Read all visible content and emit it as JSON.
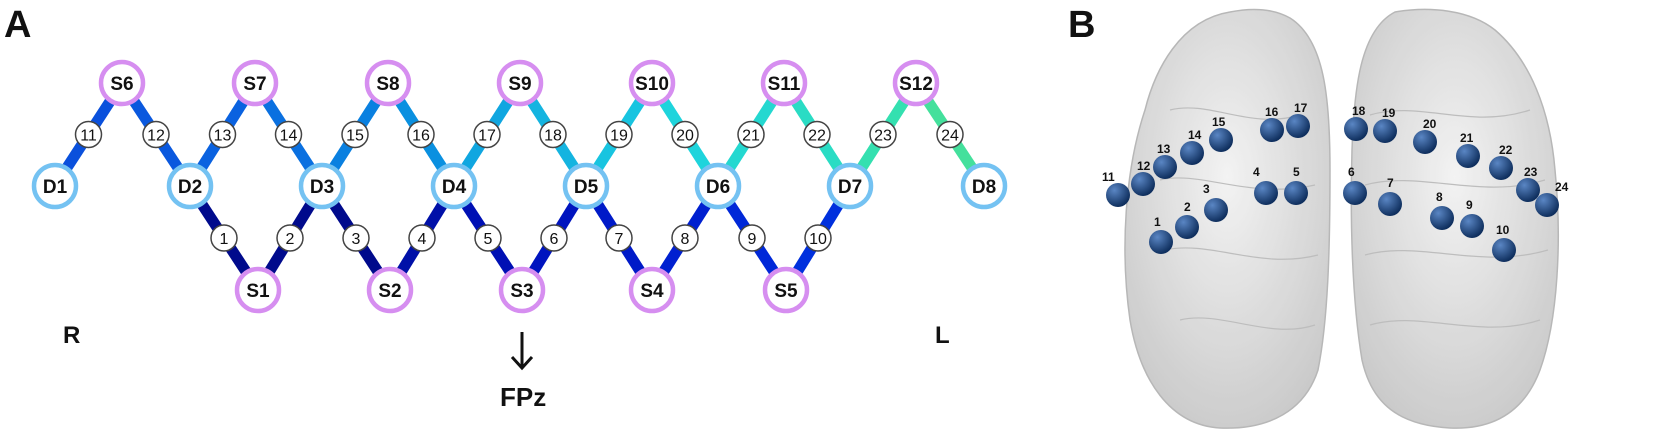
{
  "panels": {
    "a_letter": "A",
    "b_letter": "B"
  },
  "labels": {
    "right": "R",
    "left": "L",
    "reference": "FPz"
  },
  "sources": [
    "S1",
    "S2",
    "S3",
    "S4",
    "S5",
    "S6",
    "S7",
    "S8",
    "S9",
    "S10",
    "S11",
    "S12"
  ],
  "detectors": [
    "D1",
    "D2",
    "D3",
    "D4",
    "D5",
    "D6",
    "D7",
    "D8"
  ],
  "channels": [
    {
      "id": "1",
      "source": "S1",
      "detector": "D2",
      "color": "#000a8c"
    },
    {
      "id": "2",
      "source": "S1",
      "detector": "D3",
      "color": "#000a8c"
    },
    {
      "id": "3",
      "source": "S2",
      "detector": "D3",
      "color": "#000a8c"
    },
    {
      "id": "4",
      "source": "S2",
      "detector": "D4",
      "color": "#0010a8"
    },
    {
      "id": "5",
      "source": "S3",
      "detector": "D4",
      "color": "#0010b4"
    },
    {
      "id": "6",
      "source": "S3",
      "detector": "D5",
      "color": "#0014bf"
    },
    {
      "id": "7",
      "source": "S4",
      "detector": "D5",
      "color": "#001ac8"
    },
    {
      "id": "8",
      "source": "S4",
      "detector": "D6",
      "color": "#0020d0"
    },
    {
      "id": "9",
      "source": "S5",
      "detector": "D6",
      "color": "#0028d8"
    },
    {
      "id": "10",
      "source": "S5",
      "detector": "D7",
      "color": "#0030dd"
    },
    {
      "id": "11",
      "source": "S6",
      "detector": "D1",
      "color": "#0a50dc"
    },
    {
      "id": "12",
      "source": "S6",
      "detector": "D2",
      "color": "#0a58de"
    },
    {
      "id": "13",
      "source": "S7",
      "detector": "D2",
      "color": "#0a62e0"
    },
    {
      "id": "14",
      "source": "S7",
      "detector": "D3",
      "color": "#0a70e0"
    },
    {
      "id": "15",
      "source": "S8",
      "detector": "D3",
      "color": "#0a80e0"
    },
    {
      "id": "16",
      "source": "S8",
      "detector": "D4",
      "color": "#0a90e0"
    },
    {
      "id": "17",
      "source": "S9",
      "detector": "D4",
      "color": "#10a6e0"
    },
    {
      "id": "18",
      "source": "S9",
      "detector": "D5",
      "color": "#14b4e0"
    },
    {
      "id": "19",
      "source": "S10",
      "detector": "D5",
      "color": "#18c4e0"
    },
    {
      "id": "20",
      "source": "S10",
      "detector": "D6",
      "color": "#1ed4dc"
    },
    {
      "id": "21",
      "source": "S11",
      "detector": "D6",
      "color": "#24d8d0"
    },
    {
      "id": "22",
      "source": "S11",
      "detector": "D7",
      "color": "#2adcc4"
    },
    {
      "id": "23",
      "source": "S12",
      "detector": "D7",
      "color": "#34e0b0"
    },
    {
      "id": "24",
      "source": "S12",
      "detector": "D8",
      "color": "#44e09c"
    }
  ],
  "colors": {
    "source_ring": "#d68ef0",
    "detector_ring": "#74c2f2",
    "brain_fill": "#d9d9d9",
    "electrode": "#1f4e8c"
  },
  "electrode_labels": [
    "1",
    "2",
    "3",
    "4",
    "5",
    "6",
    "7",
    "8",
    "9",
    "10",
    "11",
    "12",
    "13",
    "14",
    "15",
    "16",
    "17",
    "18",
    "19",
    "20",
    "21",
    "22",
    "23",
    "24"
  ]
}
